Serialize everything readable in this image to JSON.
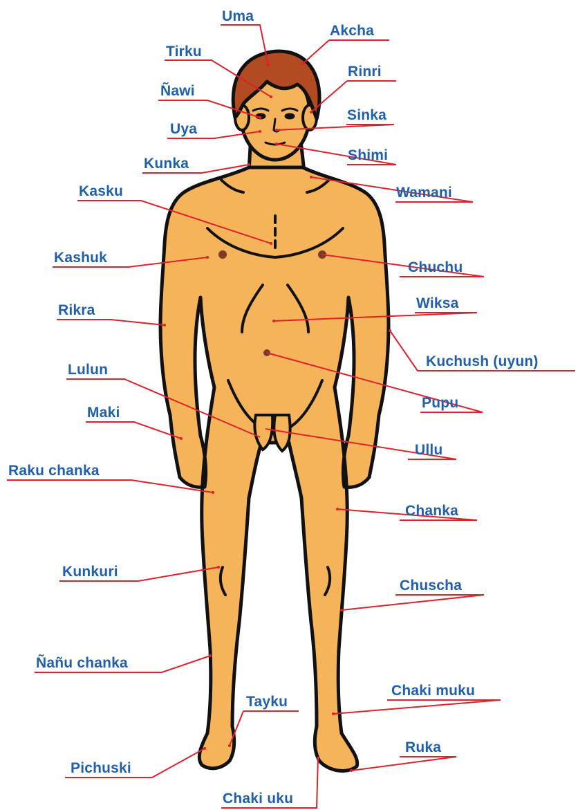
{
  "colors": {
    "label": "#1f5fae",
    "leader": "#e0202a",
    "skin": "#f6b45a",
    "hair": "#b24a22",
    "outline": "#111111"
  },
  "labels": {
    "uma": "Uma",
    "akcha": "Akcha",
    "tirku": "Tirku",
    "rinri": "Rinri",
    "nawi": "Ñawi",
    "sinka": "Sinka",
    "uya": "Uya",
    "shimi": "Shimi",
    "kunka": "Kunka",
    "wamani": "Wamani",
    "kasku": "Kasku",
    "kashuk": "Kashuk",
    "chuchu": "Chuchu",
    "wiksa": "Wiksa",
    "rikra": "Rikra",
    "kuchush": "Kuchush (uyun)",
    "lulun": "Lulun",
    "pupu": "Pupu",
    "maki": "Maki",
    "ullu": "Ullu",
    "raku_chanka": "Raku chanka",
    "chanka": "Chanka",
    "kunkuri": "Kunkuri",
    "chuscha": "Chuscha",
    "nanu_chanka": "Ñañu chanka",
    "chaki_muku": "Chaki muku",
    "tayku": "Tayku",
    "pichuski": "Pichuski",
    "ruka": "Ruka",
    "chaki_uku": "Chaki uku"
  }
}
